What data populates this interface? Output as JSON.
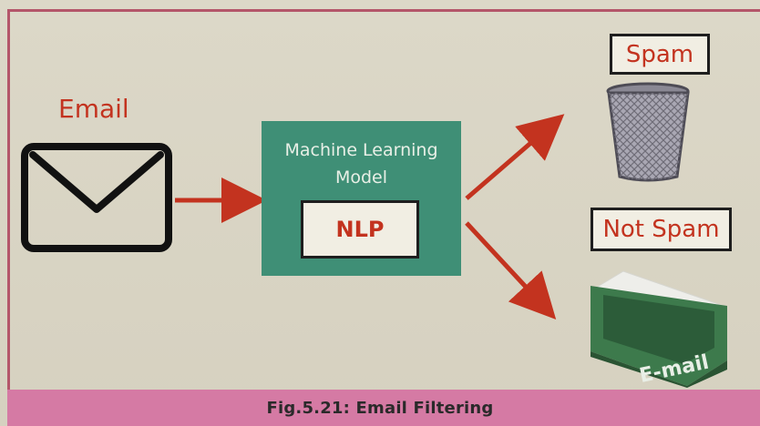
{
  "email_label": "Email",
  "model": {
    "title_line1": "Machine Learning",
    "title_line2": "Model",
    "inner_label": "NLP"
  },
  "outputs": {
    "spam_label": "Spam",
    "not_spam_label": "Not Spam",
    "tray_text": "E-mail"
  },
  "caption": "Fig.5.21: Email Filtering",
  "colors": {
    "arrow": "#c3331f",
    "model_box": "#3f8f76",
    "caption_bar": "#d57aa4",
    "label_text": "#c3331f"
  },
  "icons": [
    "envelope-icon",
    "trash-bin-icon",
    "inbox-tray-icon"
  ]
}
